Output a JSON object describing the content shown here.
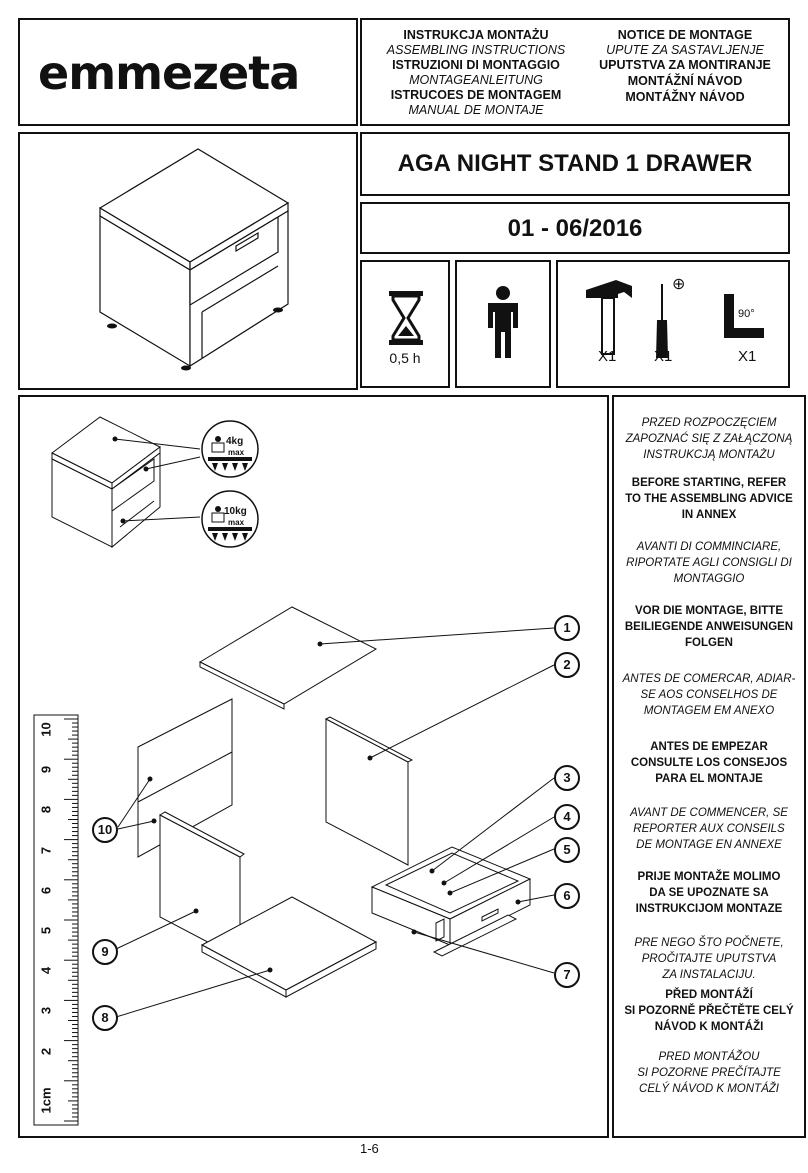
{
  "brand": {
    "logo": "emmezeta"
  },
  "header": {
    "left_col": [
      {
        "text": "INSTRUKCJA MONTAŻU",
        "style": "b"
      },
      {
        "text": "ASSEMBLING INSTRUCTIONS",
        "style": "i"
      },
      {
        "text": "ISTRUZIONI DI MONTAGGIO",
        "style": "b"
      },
      {
        "text": "MONTAGEANLEITUNG",
        "style": "i"
      },
      {
        "text": "ISTRUCOES DE MONTAGEM",
        "style": "b"
      },
      {
        "text": "MANUAL DE MONTAJE",
        "style": "i"
      }
    ],
    "right_col": [
      {
        "text": "NOTICE DE MONTAGE",
        "style": "b"
      },
      {
        "text": "UPUTE ZA SASTAVLJENJE",
        "style": "i"
      },
      {
        "text": "UPUTSTVA ZA MONTIRANJE",
        "style": "b"
      },
      {
        "text": "MONTÁŽNÍ NÁVOD",
        "style": "b"
      },
      {
        "text": "MONTÁŽNY NÁVOD",
        "style": "b"
      }
    ]
  },
  "product": {
    "name": "AGA NIGHT STAND 1 DRAWER",
    "version": "01 - 06/2016"
  },
  "requirements": {
    "time": "0,5 h",
    "tools": [
      {
        "icon": "hammer-icon",
        "qty": "X1"
      },
      {
        "icon": "screwdriver-icon",
        "qty": "X1",
        "mark": "⊕"
      },
      {
        "icon": "square-icon",
        "qty": "X1",
        "mark": "90°"
      }
    ]
  },
  "load_limits": {
    "top": "4kg",
    "bottom": "10kg",
    "unit_label": "max"
  },
  "ruler": {
    "numbers": [
      "10",
      "9",
      "8",
      "7",
      "6",
      "5",
      "4",
      "3",
      "2",
      "1cm"
    ]
  },
  "parts": [
    "1",
    "2",
    "3",
    "4",
    "5",
    "6",
    "7",
    "8",
    "9",
    "10"
  ],
  "side_notes": [
    {
      "lines": [
        "PRZED ROZPOCZĘCIEM",
        "ZAPOZNAĆ SIĘ Z ZAŁĄCZONĄ",
        "INSTRUKCJĄ MONTAŻU"
      ],
      "style": "i"
    },
    {
      "lines": [
        "BEFORE STARTING, REFER",
        "TO THE ASSEMBLING ADVICE",
        "IN ANNEX"
      ],
      "style": "b"
    },
    {
      "lines": [
        "AVANTI DI COMMINCIARE,",
        "RIPORTATE AGLI CONSIGLI DI",
        "MONTAGGIO"
      ],
      "style": "i"
    },
    {
      "lines": [
        "VOR DIE MONTAGE, BITTE",
        "BEILIEGENDE ANWEISUNGEN",
        "FOLGEN"
      ],
      "style": "b"
    },
    {
      "lines": [
        "ANTES DE COMERCAR, ADIAR-",
        "SE AOS CONSELHOS DE",
        "MONTAGEM EM ANEXO"
      ],
      "style": "i"
    },
    {
      "lines": [
        "ANTES DE EMPEZAR",
        "CONSULTE LOS CONSEJOS",
        "PARA EL MONTAJE"
      ],
      "style": "b"
    },
    {
      "lines": [
        "AVANT DE COMMENCER, SE",
        "REPORTER AUX CONSEILS",
        "DE MONTAGE EN ANNEXE"
      ],
      "style": "i"
    },
    {
      "lines": [
        "PRIJE MONTAŽE MOLIMO",
        "DA SE UPOZNATE SA",
        "INSTRUKCIJOM MONTAZE"
      ],
      "style": "b"
    },
    {
      "lines": [
        "PRE NEGO ŠTO POČNETE,",
        "PROČITAJTE UPUTSTVA",
        "ZA INSTALACIJU."
      ],
      "style": "i"
    },
    {
      "lines": [
        "PŘED MONTÁŽÍ",
        "SI POZORNĚ PŘEČTĚTE CELÝ",
        "NÁVOD K MONTÁŽI"
      ],
      "style": "b"
    },
    {
      "lines": [
        "PRED MONTÁŽOU",
        "SI POZORNE PREČÍTAJTE",
        "CELÝ NÁVOD K MONTÁŽI"
      ],
      "style": "i"
    }
  ],
  "footer": {
    "page": "1-6"
  }
}
